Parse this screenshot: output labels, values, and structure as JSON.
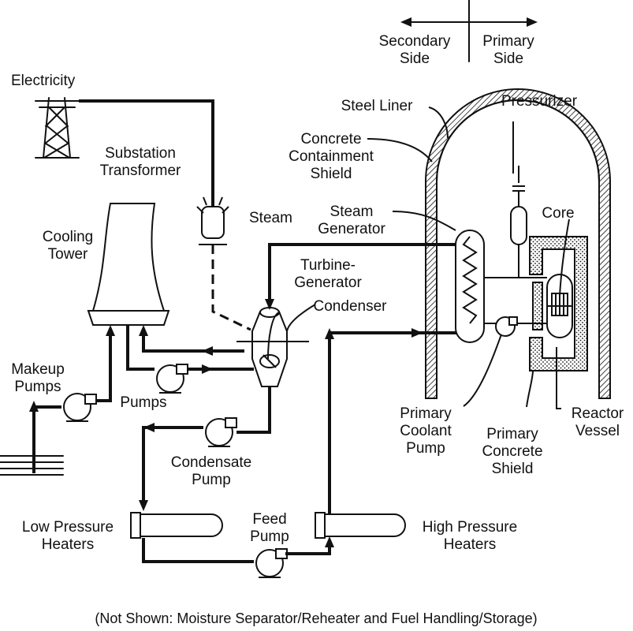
{
  "labels": {
    "secondary_side_1": "Secondary",
    "secondary_side_2": "Side",
    "primary_side_1": "Primary",
    "primary_side_2": "Side",
    "electricity": "Electricity",
    "substation_1": "Substation",
    "substation_2": "Transformer",
    "steel_liner": "Steel Liner",
    "pressurizer": "Pressurizer",
    "concrete_1": "Concrete",
    "concrete_2": "Containment",
    "concrete_3": "Shield",
    "cooling_1": "Cooling",
    "cooling_2": "Tower",
    "steam": "Steam",
    "steam_gen_1": "Steam",
    "steam_gen_2": "Generator",
    "core": "Core",
    "turbine_1": "Turbine-",
    "turbine_2": "Generator",
    "condenser": "Condenser",
    "makeup_1": "Makeup",
    "makeup_2": "Pumps",
    "pumps": "Pumps",
    "condensate_1": "Condensate",
    "condensate_2": "Pump",
    "pcp_1": "Primary",
    "pcp_2": "Coolant",
    "pcp_3": "Pump",
    "pcs_1": "Primary",
    "pcs_2": "Concrete",
    "pcs_3": "Shield",
    "reactor_1": "Reactor",
    "reactor_2": "Vessel",
    "lph_1": "Low Pressure",
    "lph_2": "Heaters",
    "feed_1": "Feed",
    "feed_2": "Pump",
    "hph_1": "High Pressure",
    "hph_2": "Heaters"
  },
  "footnote": "(Not Shown: Moisture Separator/Reheater  and  Fuel Handling/Storage)"
}
